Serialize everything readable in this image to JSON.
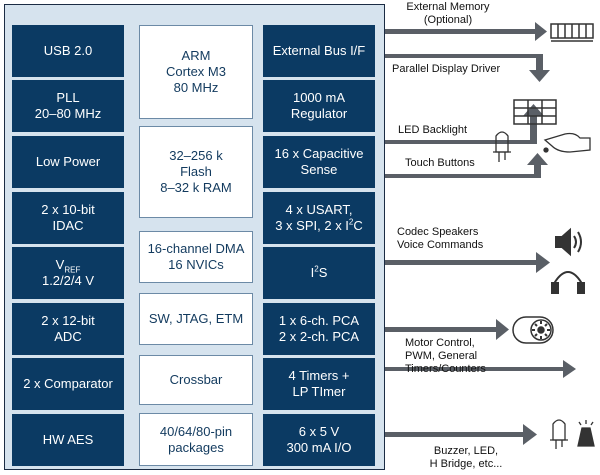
{
  "left_blocks": [
    {
      "label": "USB 2.0"
    },
    {
      "label": "PLL\n20–80 MHz"
    },
    {
      "label": "Low Power"
    },
    {
      "label": "2 x 10-bit\nIDAC"
    },
    {
      "label_main": "V",
      "label_sub": "REF",
      "label_line2": "1.2/2/4 V"
    },
    {
      "label": "2 x 12-bit\nADC"
    },
    {
      "label": "2 x Comparator"
    },
    {
      "label": "HW AES"
    }
  ],
  "center_blocks": [
    {
      "label": "ARM\nCortex M3\n80 MHz"
    },
    {
      "label": "32–256 k\nFlash\n8–32 k RAM"
    },
    {
      "label": "16-channel DMA\n16 NVICs"
    },
    {
      "label": "SW, JTAG, ETM"
    },
    {
      "label": "Crossbar"
    },
    {
      "label": "40/64/80-pin\npackages"
    }
  ],
  "right_blocks": [
    {
      "label": "External Bus I/F"
    },
    {
      "label": "1000 mA\nRegulator"
    },
    {
      "label": "16 x Capacitive\nSense"
    },
    {
      "label_pre": "4 x USART,\n3 x SPI, 2 x I",
      "label_sup": "2",
      "label_post": "C"
    },
    {
      "label_main": "I",
      "label_sup": "2",
      "label_post": "S"
    },
    {
      "label": "1 x 6-ch. PCA\n2 x 2-ch. PCA"
    },
    {
      "label": "4 Timers +\nLP TImer"
    },
    {
      "label": "6 x 5 V\n300 mA I/O"
    }
  ],
  "outputs": [
    {
      "label": "External Memory\n(Optional)",
      "icon": "memory-module-icon"
    },
    {
      "label": "Parallel Display Driver",
      "icon": "lcd-grid-icon"
    },
    {
      "label": "LED Backlight",
      "icon": "led-icon"
    },
    {
      "label": "Touch Buttons",
      "icon": "touch-hand-icon"
    },
    {
      "label": "Codec Speakers\nVoice Commands",
      "icon": "speaker-headphones-icon"
    },
    {
      "label": "Motor Control,\nPWM, General\nTimers/Counters",
      "icon": "motor-icon"
    },
    {
      "label": "Buzzer, LED,\nH Bridge, etc...",
      "icon": "led-buzzer-icon"
    }
  ],
  "colors": {
    "block_dark": "#0b3a63",
    "chip_bg": "#d6e3ee",
    "arrow": "#5a5f66"
  }
}
